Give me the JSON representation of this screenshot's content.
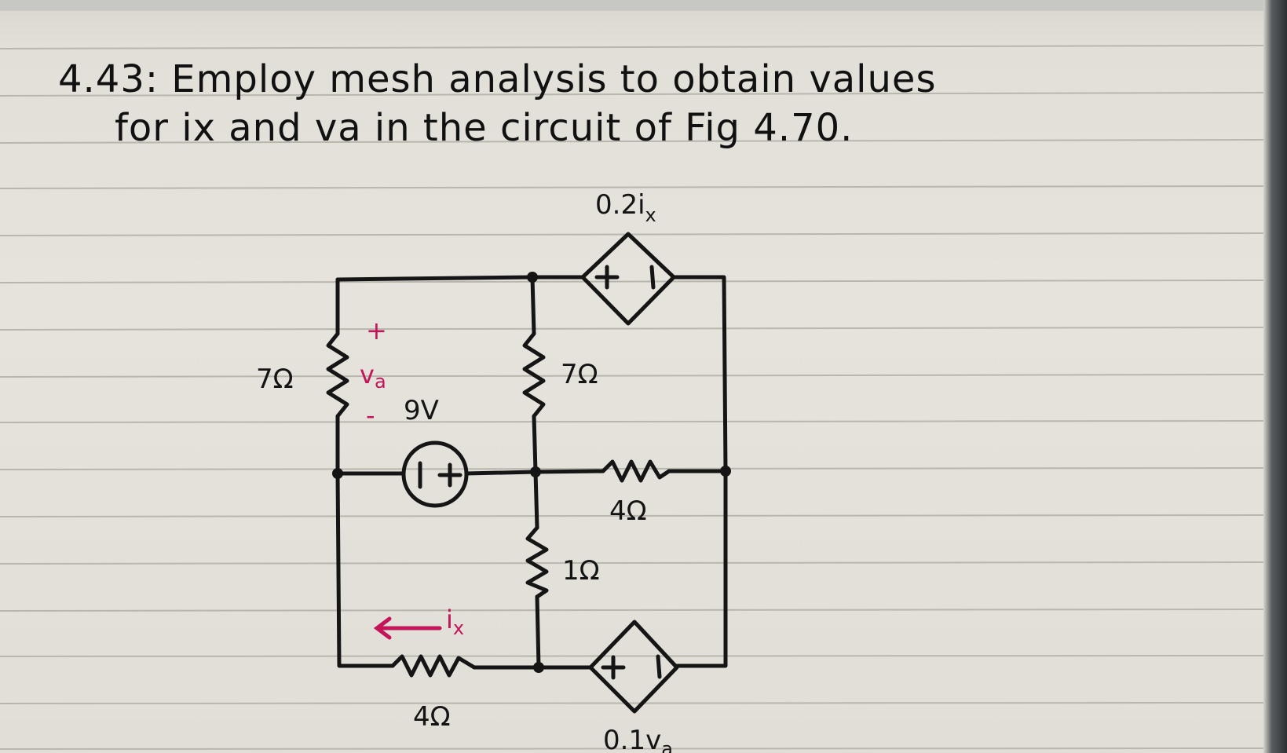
{
  "problem": {
    "line1": "4.43: Employ mesh analysis to obtain values",
    "line2": "for ix and va in the circuit of Fig 4.70."
  },
  "circuit": {
    "top_source_label": "0.2i",
    "top_source_subscript": "x",
    "bottom_source_label": "0.1v",
    "bottom_source_subscript": "a",
    "left_resistor": "7Ω",
    "middle_resistor_top": "7Ω",
    "middle_resistor_bottom": "1Ω",
    "right_resistor": "4Ω",
    "bottom_resistor": "4Ω",
    "voltage_source": "9V",
    "va_plus": "+",
    "va_minus": "-",
    "va_symbol": "v",
    "va_subscript": "a",
    "ix_symbol": "i",
    "ix_subscript": "x",
    "ink_color": "#151515",
    "highlight_color": "#c4145a"
  }
}
